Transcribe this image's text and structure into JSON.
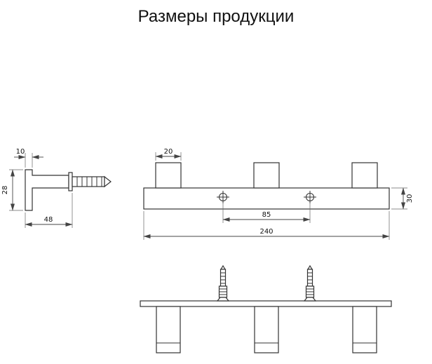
{
  "title": "Размеры продукции",
  "side_view": {
    "dim_plate_thickness": "10",
    "dim_height": "28",
    "dim_depth": "48"
  },
  "front_view": {
    "dim_hook_width": "20",
    "dim_hole_spacing": "85",
    "dim_total_length": "240",
    "dim_rail_height": "30"
  }
}
